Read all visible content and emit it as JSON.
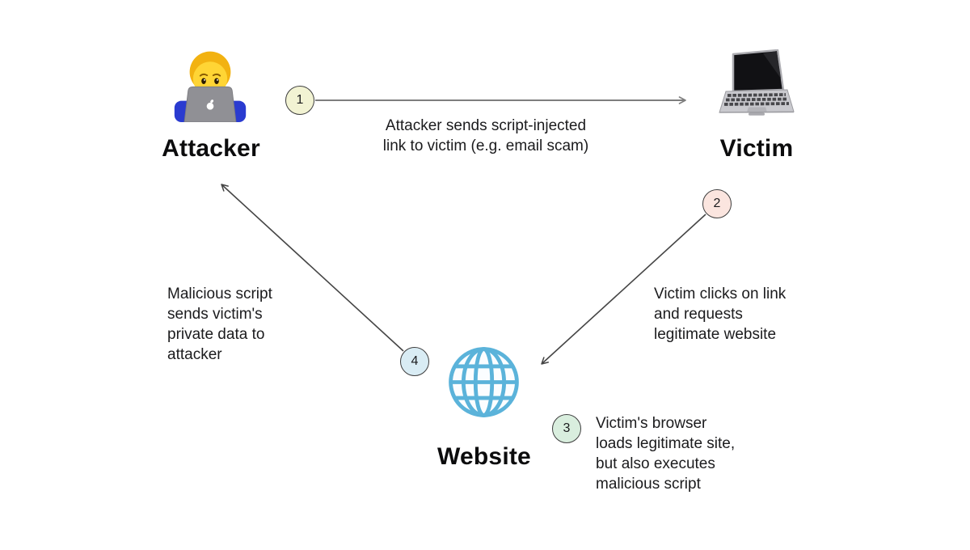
{
  "diagram": {
    "background": "#ffffff",
    "nodes": {
      "attacker": {
        "label": "Attacker",
        "icon": "man-technologist-emoji"
      },
      "victim": {
        "label": "Victim",
        "icon": "laptop-emoji"
      },
      "website": {
        "label": "Website",
        "icon": "globe-with-meridians-emoji"
      }
    },
    "steps": [
      {
        "number": "1",
        "badge_color": "#f2f3d3",
        "from": "Attacker",
        "to": "Victim",
        "text": "Attacker sends script-injected\nlink to victim (e.g. email scam)"
      },
      {
        "number": "2",
        "badge_color": "#fbe5df",
        "from": "Victim",
        "to": "Website",
        "text": "Victim clicks on link\nand requests\nlegitimate website"
      },
      {
        "number": "3",
        "badge_color": "#d9eede",
        "text": "Victim's browser\nloads legitimate site,\nbut also executes\nmalicious script"
      },
      {
        "number": "4",
        "badge_color": "#d9ecf4",
        "from": "Website",
        "to": "Attacker",
        "text": "Malicious script\nsends victim's\nprivate data to\nattacker"
      }
    ],
    "colors": {
      "arrow_horizontal": "#7e7e7e",
      "arrow_diagonal": "#454545",
      "badge_border": "#3e3e3e",
      "text": "#1b1b1d"
    }
  }
}
